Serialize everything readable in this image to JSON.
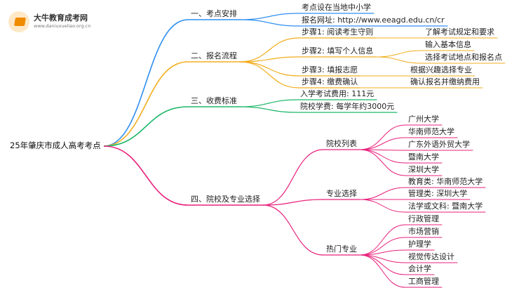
{
  "logo": {
    "title": "大牛教育成考网",
    "url": "www.daniuxueliao.org.cn"
  },
  "root": {
    "label": "25年肇庆市成人高考考点"
  },
  "branches": [
    {
      "label": "一、考点安排",
      "color": "#2f8ff0",
      "children": [
        {
          "label": "考点设在当地中小学"
        },
        {
          "label": "报名网址: http://www.eeagd.edu.cn/cr"
        }
      ]
    },
    {
      "label": "二、报名流程",
      "color": "#f2ad1d",
      "children": [
        {
          "label": "步骤1: 阅读考生守则",
          "children": [
            {
              "label": "了解考试规定和要求"
            }
          ]
        },
        {
          "label": "步骤2: 填写个人信息",
          "children": [
            {
              "label": "输入基本信息"
            },
            {
              "label": "选择考试地点和报名点"
            }
          ]
        },
        {
          "label": "步骤3: 填报志愿",
          "children": [
            {
              "label": "根据兴趣选择专业"
            }
          ]
        },
        {
          "label": "步骤4: 缴费确认",
          "children": [
            {
              "label": "确认报名并缴纳费用"
            }
          ]
        }
      ]
    },
    {
      "label": "三、收费标准",
      "color": "#1fb86a",
      "children": [
        {
          "label": "入学考试费用: 111元"
        },
        {
          "label": "院校学费: 每学年约3000元"
        }
      ]
    },
    {
      "label": "四、院校及专业选择",
      "color": "#e8207c",
      "children": [
        {
          "label": "院校列表",
          "children": [
            {
              "label": "广州大学"
            },
            {
              "label": "华南师范大学"
            },
            {
              "label": "广东外语外贸大学"
            },
            {
              "label": "暨南大学"
            },
            {
              "label": "深圳大学"
            }
          ]
        },
        {
          "label": "专业选择",
          "children": [
            {
              "label": "教育类: 华南师范大学"
            },
            {
              "label": "管理类: 深圳大学"
            },
            {
              "label": "法学或文科: 暨南大学"
            }
          ]
        },
        {
          "label": "热门专业",
          "children": [
            {
              "label": "行政管理"
            },
            {
              "label": "市场营销"
            },
            {
              "label": "护理学"
            },
            {
              "label": "视觉传达设计"
            },
            {
              "label": "会计学"
            },
            {
              "label": "工商管理"
            }
          ]
        }
      ]
    }
  ]
}
